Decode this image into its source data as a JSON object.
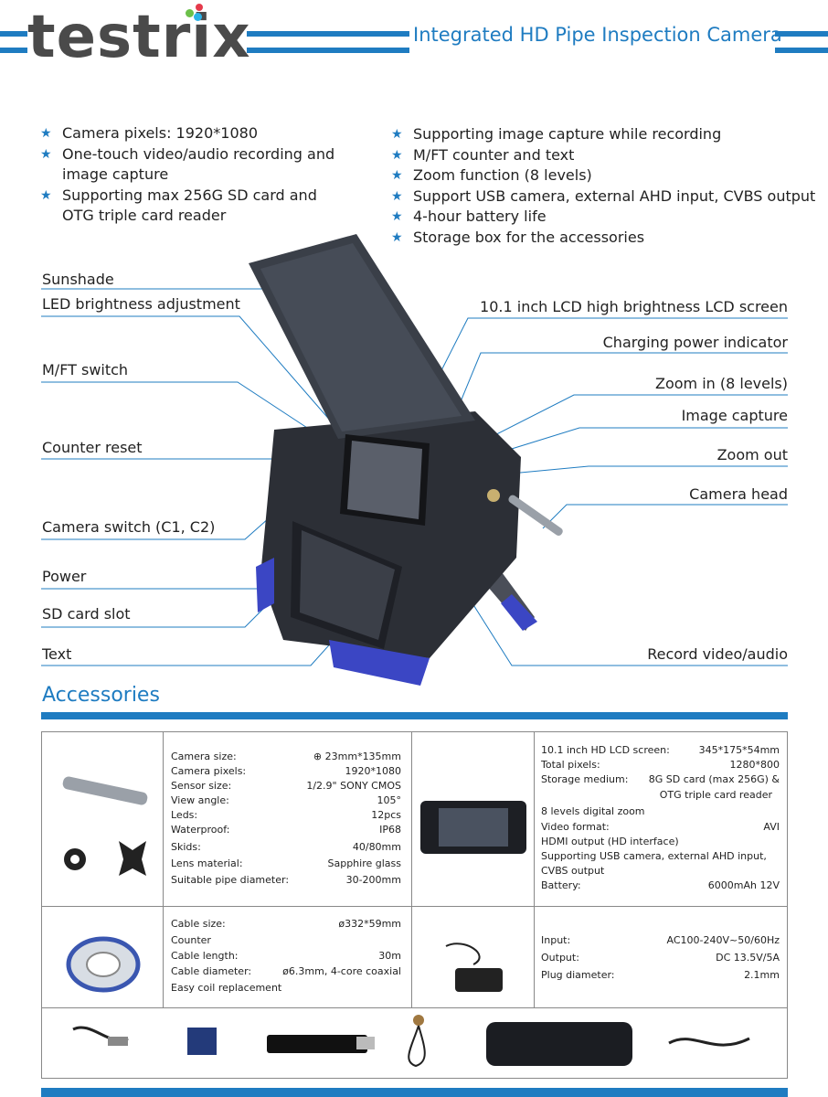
{
  "header": {
    "logo": "testrix",
    "title": "Integrated HD  Pipe Inspection Camera"
  },
  "features_left": [
    "Camera pixels: 1920*1080",
    "One-touch video/audio recording and image capture",
    "Supporting max 256G SD card and OTG triple card reader"
  ],
  "features_right": [
    "Supporting image capture while recording",
    "M/FT counter and text",
    "Zoom function (8 levels)",
    "Support USB camera, external AHD input, CVBS output",
    "4-hour battery life",
    "Storage box for the accessories"
  ],
  "labels_left": {
    "sunshade": "Sunshade",
    "led": "LED brightness adjustment",
    "mft": "M/FT switch",
    "counter_reset": "Counter reset",
    "camera_switch": "Camera switch (C1, C2)",
    "power": "Power",
    "sd_slot": "SD card slot",
    "text": "Text"
  },
  "labels_right": {
    "lcd": "10.1 inch LCD high brightness LCD screen",
    "charging": "Charging power indicator",
    "zoom_in": "Zoom in (8 levels)",
    "image_capture": "Image capture",
    "zoom_out": "Zoom out",
    "camera_head": "Camera head",
    "record": "Record video/audio"
  },
  "accessories": {
    "title": "Accessories",
    "camera_specs": [
      [
        "Camera size:",
        "⊕ 23mm*135mm"
      ],
      [
        "Camera pixels:",
        "1920*1080"
      ],
      [
        "Sensor size:",
        "1/2.9\" SONY CMOS"
      ],
      [
        "View angle:",
        "105°"
      ],
      [
        "Leds:",
        "12pcs"
      ],
      [
        "Waterproof:",
        "IP68"
      ],
      [
        "Skids:",
        "40/80mm"
      ],
      [
        "Lens material:",
        "Sapphire glass"
      ],
      [
        "Suitable pipe diameter:",
        "30-200mm"
      ]
    ],
    "monitor_specs": {
      "lcd_label": "10.1 inch HD LCD screen:",
      "lcd_value": "345*175*54mm",
      "pixels_label": "Total pixels:",
      "pixels_value": "1280*800",
      "storage_label": "Storage medium:",
      "storage_value": "8G SD card (max 256G) &",
      "storage_value2": "OTG triple card reader",
      "zoom": "8 levels digital zoom",
      "video_label": "Video format:",
      "video_value": "AVI",
      "hdmi": "HDMI output (HD interface)",
      "usb": "Supporting USB camera, external AHD input,",
      "cvbs": "CVBS output",
      "battery_label": "Battery:",
      "battery_value": "6000mAh 12V"
    },
    "cable_specs": {
      "size_label": "Cable size:",
      "size_value": "ø332*59mm",
      "counter": "Counter",
      "length_label": "Cable length:",
      "length_value": "30m",
      "diam_label": "Cable diameter:",
      "diam_value": "ø6.3mm, 4-core coaxial",
      "coil": "Easy coil replacement"
    },
    "adapter_specs": [
      [
        "Input:",
        "AC100-240V~50/60Hz"
      ],
      [
        "Output:",
        "DC 13.5V/5A"
      ],
      [
        "Plug diameter:",
        "2.1mm"
      ]
    ]
  },
  "colors": {
    "accent": "#1f7cc1",
    "device_body": "#2c2f36",
    "bumper": "#3b46c4"
  }
}
